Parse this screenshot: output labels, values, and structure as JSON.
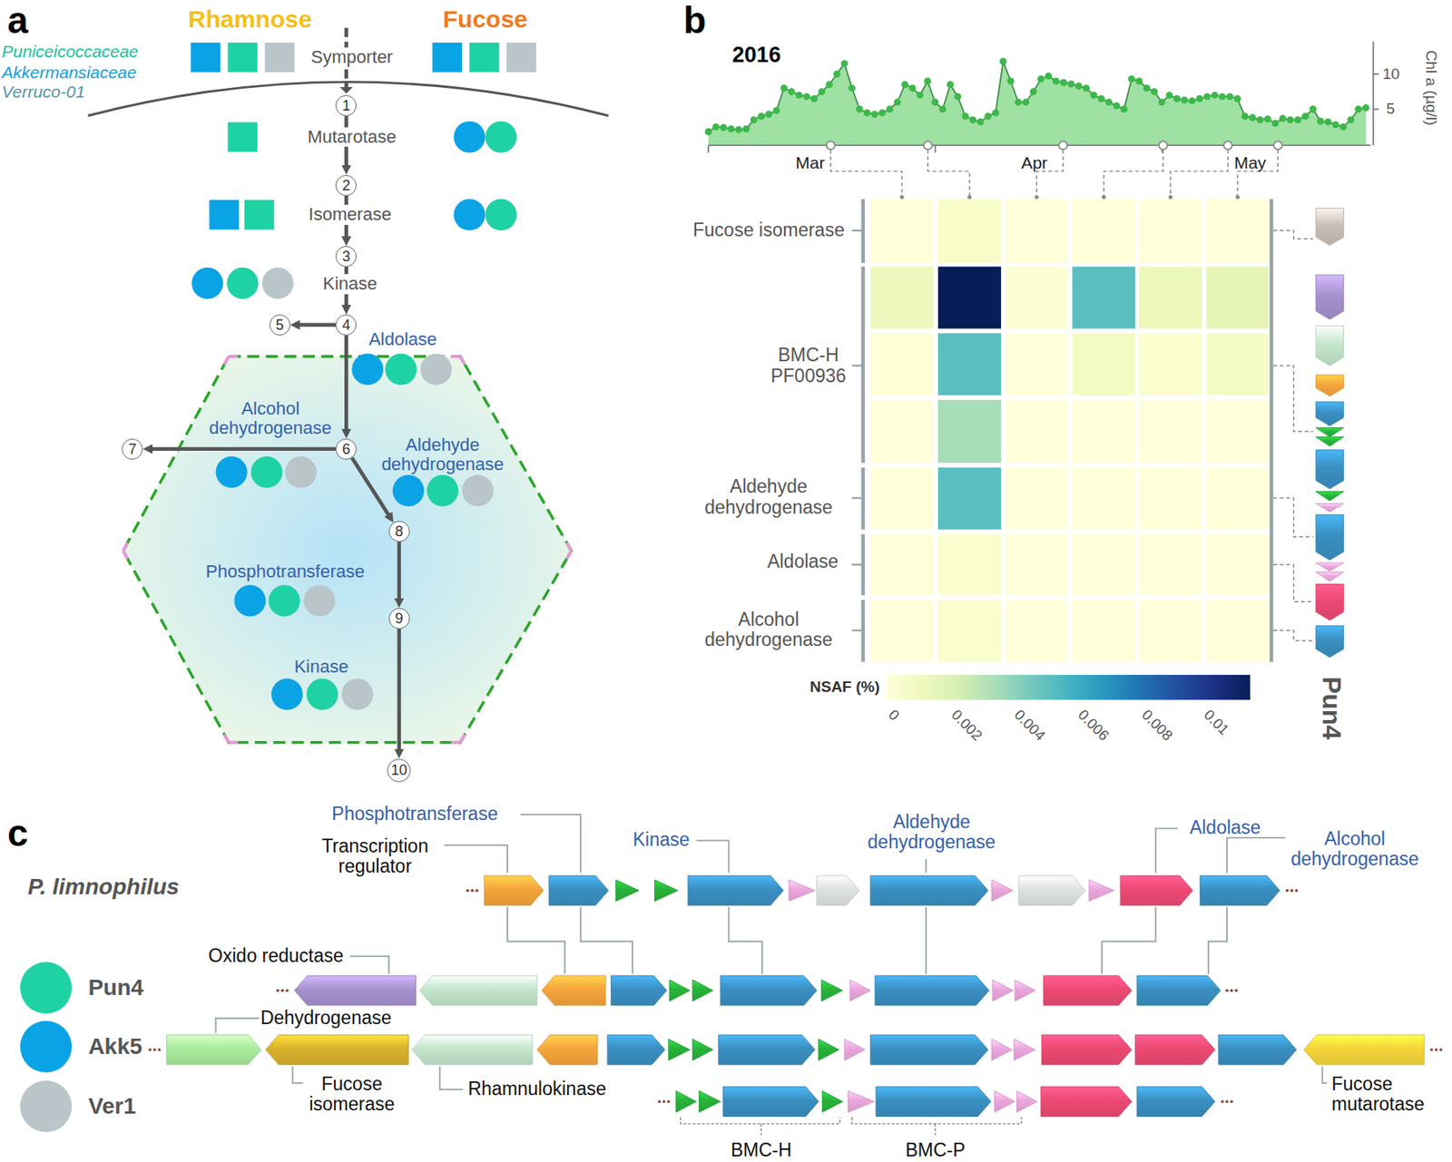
{
  "diagram": {
    "nodes": [
      {
        "text": [
          "1"
        ]
      },
      {
        "text": [
          "2"
        ]
      },
      {
        "text": [
          "3"
        ]
      },
      {
        "text": [
          "4"
        ]
      },
      {
        "text": [
          "5"
        ]
      },
      {
        "text": [
          "6"
        ]
      },
      {
        "text": [
          "7"
        ]
      },
      {
        "text": [
          "8"
        ]
      },
      {
        "text": [
          "9"
        ]
      },
      {
        "text": [
          "10"
        ]
      }
    ],
    "edges": [
      {
        "from": 0,
        "to": 1,
        "arrow": "to"
      },
      {
        "from": 1,
        "to": 2,
        "arrow": "to"
      },
      {
        "from": 2,
        "to": 3,
        "arrow": "to"
      },
      {
        "from": 3,
        "to": 4,
        "arrow": "to"
      },
      {
        "from": 3,
        "to": 5,
        "arrow": "to"
      },
      {
        "from": 5,
        "to": 6,
        "arrow": "to"
      },
      {
        "from": 5,
        "to": 7,
        "arrow": "to"
      },
      {
        "from": 7,
        "to": 8,
        "arrow": "to"
      },
      {
        "from": 8,
        "to": 9,
        "arrow": "to"
      }
    ],
    "labels": [
      "a",
      "Rhamnose",
      "Fucose",
      "Puniceicoccaceae",
      "Akkermansiaceae",
      "Verruco-01",
      "Symporter",
      "Mutarotase",
      "Isomerase",
      "Kinase",
      "Aldolase",
      "Alcohol dehydrogenase",
      "Aldehyde dehydrogenase",
      "Phosphotransferase",
      "Kinase",
      "b",
      "2016",
      "Chl a (µg/l)",
      "10",
      "5",
      "Mar",
      "Apr",
      "May",
      "Fucose isomerase",
      "BMC-H PF00936",
      "Aldehyde dehydrogenase",
      "Aldolase",
      "Alcohol dehydrogenase",
      "NSAF (%)",
      "0",
      "0.002",
      "0.004",
      "0.006",
      "0.008",
      "0.01",
      "Pun4",
      "c",
      "P. limnophilus",
      "Phosphotransferase",
      "Transcription regulator",
      "Kinase",
      "Aldehyde dehydrogenase",
      "Aldolase",
      "Alcohol dehydrogenase",
      "Oxido reductase",
      "Dehydrogenase",
      "Fucose isomerase",
      "Rhamnulokinase",
      "Fucose mutarotase",
      "BMC-H",
      "BMC-P"
    ],
    "legend": [
      {
        "text": "Pun4",
        "color": "#1ed2a4"
      },
      {
        "text": "Akk5",
        "color": "#0aa3e6"
      },
      {
        "text": "Ver1",
        "color": "#b9c5c9"
      }
    ]
  }
}
